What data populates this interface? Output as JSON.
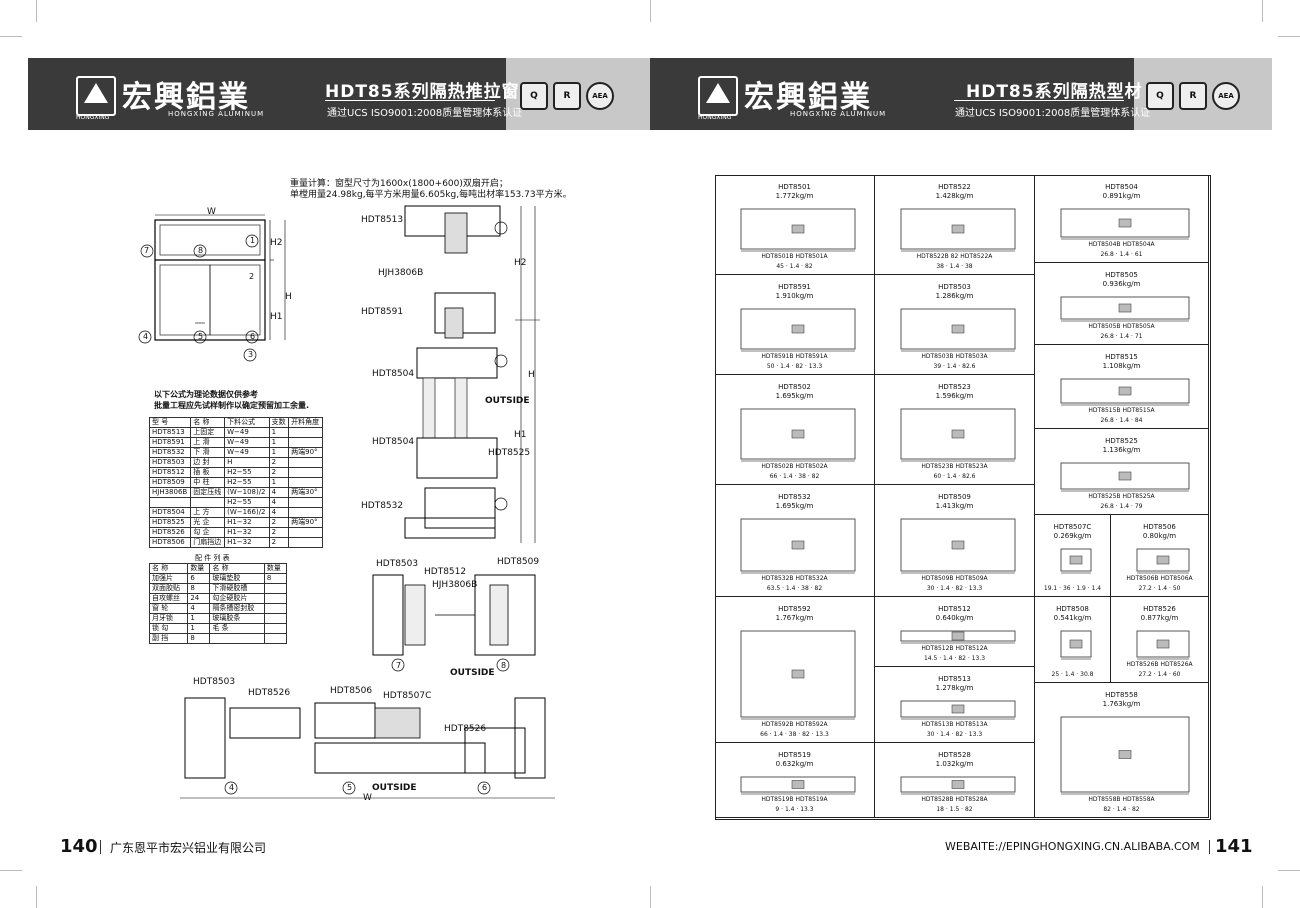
{
  "left_header": {
    "logo_small": "HONGXING",
    "brand_cn": "宏興鋁業",
    "brand_en": "HONGXING ALUMINUM",
    "title": "HDT85系列隔热推拉窗",
    "cert_text": "通过UCS ISO9001:2008质量管理体系认证",
    "badges": [
      "Q",
      "R",
      "AEA"
    ]
  },
  "right_header": {
    "logo_small": "HONGXING",
    "brand_cn": "宏興鋁業",
    "brand_en": "HONGXING ALUMINUM",
    "title": "HDT85系列隔热型材",
    "cert_text": "通过UCS ISO9001:2008质量管理体系认证",
    "badges": [
      "Q",
      "R",
      "AEA"
    ]
  },
  "weight_note": {
    "line1": "重量计算：窗型尺寸为1600x(1800+600)双扇开启；",
    "line2": "单樘用量24.98kg,每平方米用量6.605kg,每吨出材率153.73平方米。"
  },
  "window_diagram": {
    "w": "W",
    "h": "H",
    "h1": "H1",
    "h2": "H2",
    "circles": [
      "1",
      "2",
      "3",
      "4",
      "5",
      "6",
      "7",
      "8"
    ]
  },
  "section_labels": {
    "top": "HDT8513",
    "jhj": "HJH3806B",
    "mid": "HDT8591",
    "b1": "HDT8504",
    "outside": "OUTSIDE",
    "b2": "HDT8504",
    "b3": "HDT8525",
    "bottom": "HDT8532",
    "h": "H",
    "h1": "H1",
    "h2": "H2"
  },
  "notes": {
    "line1": "以下公式为理论数据仅供参考",
    "line2": "批量工程应先试样制作以确定预留加工余量."
  },
  "formula_table": {
    "headers": [
      "型 号",
      "名 称",
      "下料公式",
      "支数",
      "开料角度"
    ],
    "rows": [
      [
        "HDT8513",
        "上固定",
        "W−49",
        "1",
        ""
      ],
      [
        "HDT8591",
        "上 滑",
        "W−49",
        "1",
        ""
      ],
      [
        "HDT8532",
        "下 滑",
        "W−49",
        "1",
        "两端90°"
      ],
      [
        "HDT8503",
        "边 封",
        "H",
        "2",
        ""
      ],
      [
        "HDT8512",
        "插 板",
        "H2−55",
        "2",
        ""
      ],
      [
        "HDT8509",
        "中 柱",
        "H2−55",
        "1",
        ""
      ],
      [
        "HJH3806B",
        "固定压线",
        "(W−108)/2",
        "4",
        "两端30°"
      ],
      [
        "",
        "",
        "H2−55",
        "4",
        ""
      ],
      [
        "HDT8504",
        "上 方",
        "(W−166)/2",
        "4",
        ""
      ],
      [
        "HDT8525",
        "光 企",
        "H1−32",
        "2",
        "两端90°"
      ],
      [
        "HDT8526",
        "勾 企",
        "H1−32",
        "2",
        ""
      ],
      [
        "HDT8506",
        "门扇挡边",
        "H1−32",
        "2",
        ""
      ]
    ]
  },
  "parts_table": {
    "title": "配 件 列 表",
    "headers": [
      "名 称",
      "数量",
      "名 称",
      "数量"
    ],
    "rows": [
      [
        "加强片",
        "6",
        "玻璃垫胶",
        "8"
      ],
      [
        "双面胶贴",
        "8",
        "下滑硬胶槽",
        ""
      ],
      [
        "自攻螺丝",
        "24",
        "勾企硬胶片",
        ""
      ],
      [
        "窗 轮",
        "4",
        "隔条槽密封胶",
        ""
      ],
      [
        "月牙锁",
        "1",
        "玻璃胶条",
        ""
      ],
      [
        "锁 勾",
        "1",
        "毛 条",
        ""
      ],
      [
        "副 挡",
        "8",
        "",
        ""
      ]
    ]
  },
  "detail_labels": {
    "a": "HDT8503",
    "b": "HDT8512",
    "c": "HJH3806B",
    "d": "HDT8509",
    "outside": "OUTSIDE",
    "c7": "7",
    "c8": "8"
  },
  "bottom_labels": {
    "a": "HDT8503",
    "b": "HDT8526",
    "c": "HDT8506",
    "d": "HDT8507C",
    "e": "HDT8526",
    "outside": "OUTSIDE",
    "w": "W",
    "c4": "4",
    "c5": "5",
    "c6": "6"
  },
  "profiles": [
    {
      "name": "HDT8501",
      "weight": "1.772kg/m",
      "parts": "HDT8501B  HDT8501A",
      "dims": "45 · 1.4 · 82"
    },
    {
      "name": "HDT8522",
      "weight": "1.428kg/m",
      "parts": "HDT8522B 82 HDT8522A",
      "dims": "38 · 1.4 · 38"
    },
    {
      "name": "HDT8504",
      "weight": "0.891kg/m",
      "parts": "HDT8504B  HDT8504A",
      "dims": "26.8 · 1.4 · 61"
    },
    {
      "name": "HDT8505",
      "weight": "0.936kg/m",
      "parts": "HDT8505B  HDT8505A",
      "dims": "26.8 · 1.4 · 71"
    },
    {
      "name": "HDT8591",
      "weight": "1.910kg/m",
      "parts": "HDT8591B  HDT8591A",
      "dims": "50 · 1.4 · 82 · 13.3"
    },
    {
      "name": "HDT8503",
      "weight": "1.286kg/m",
      "parts": "HDT8503B  HDT8503A",
      "dims": "39 · 1.4 · 82.6"
    },
    {
      "name": "HDT8515",
      "weight": "1.108kg/m",
      "parts": "HDT8515B  HDT8515A",
      "dims": "26.8 · 1.4 · 84"
    },
    {
      "name": "HDT8502",
      "weight": "1.695kg/m",
      "parts": "HDT8502B  HDT8502A",
      "dims": "66 · 1.4 · 38 · 82"
    },
    {
      "name": "HDT8523",
      "weight": "1.596kg/m",
      "parts": "HDT8523B  HDT8523A",
      "dims": "60 · 1.4 · 82.6"
    },
    {
      "name": "HDT8525",
      "weight": "1.136kg/m",
      "parts": "HDT8525B  HDT8525A",
      "dims": "26.8 · 1.4 · 79"
    },
    {
      "name": "HDT8532",
      "weight": "1.695kg/m",
      "parts": "HDT8532B  HDT8532A",
      "dims": "63.5 · 1.4 · 38 · 82"
    },
    {
      "name": "HDT8509",
      "weight": "1.413kg/m",
      "parts": "HDT8509B  HDT8509A",
      "dims": "30 · 1.4 · 82 · 13.3"
    },
    {
      "name": "HDT8507C",
      "weight": "0.269kg/m",
      "parts": "",
      "dims": "19.1 · 36 · 1.9 · 1.4"
    },
    {
      "name": "HDT8506",
      "weight": "0.80kg/m",
      "parts": "HDT8506B  HDT8506A",
      "dims": "27.2 · 1.4 · 50"
    },
    {
      "name": "HDT8592",
      "weight": "1.767kg/m",
      "parts": "HDT8592B  HDT8592A",
      "dims": "66 · 1.4 · 38 · 82 · 13.3"
    },
    {
      "name": "HDT8512",
      "weight": "0.640kg/m",
      "parts": "HDT8512B  HDT8512A",
      "dims": "14.5 · 1.4 · 82 · 13.3"
    },
    {
      "name": "HDT8508",
      "weight": "0.541kg/m",
      "parts": "",
      "dims": "25 · 1.4 · 30.8"
    },
    {
      "name": "HDT8526",
      "weight": "0.877kg/m",
      "parts": "HDT8526B  HDT8526A",
      "dims": "27.2 · 1.4 · 60"
    },
    {
      "name": "HDT8513",
      "weight": "1.278kg/m",
      "parts": "HDT8513B  HDT8513A",
      "dims": "30 · 1.4 · 82 · 13.3"
    },
    {
      "name": "HDT8558",
      "weight": "1.763kg/m",
      "parts": "HDT8558B  HDT8558A",
      "dims": "82 · 1.4 · 82"
    },
    {
      "name": "HDT8519",
      "weight": "0.632kg/m",
      "parts": "HDT8519B  HDT8519A",
      "dims": "9 · 1.4 · 13.3"
    },
    {
      "name": "HDT8528",
      "weight": "1.032kg/m",
      "parts": "HDT8528B  HDT8528A",
      "dims": "18 · 1.5 · 82"
    }
  ],
  "footer": {
    "left_page": "140",
    "left_company": "广东恩平市宏兴铝业有限公司",
    "right_site": "WEBAITE://EPINGHONGXING.CN.ALIBABA.COM",
    "right_page": "141"
  }
}
